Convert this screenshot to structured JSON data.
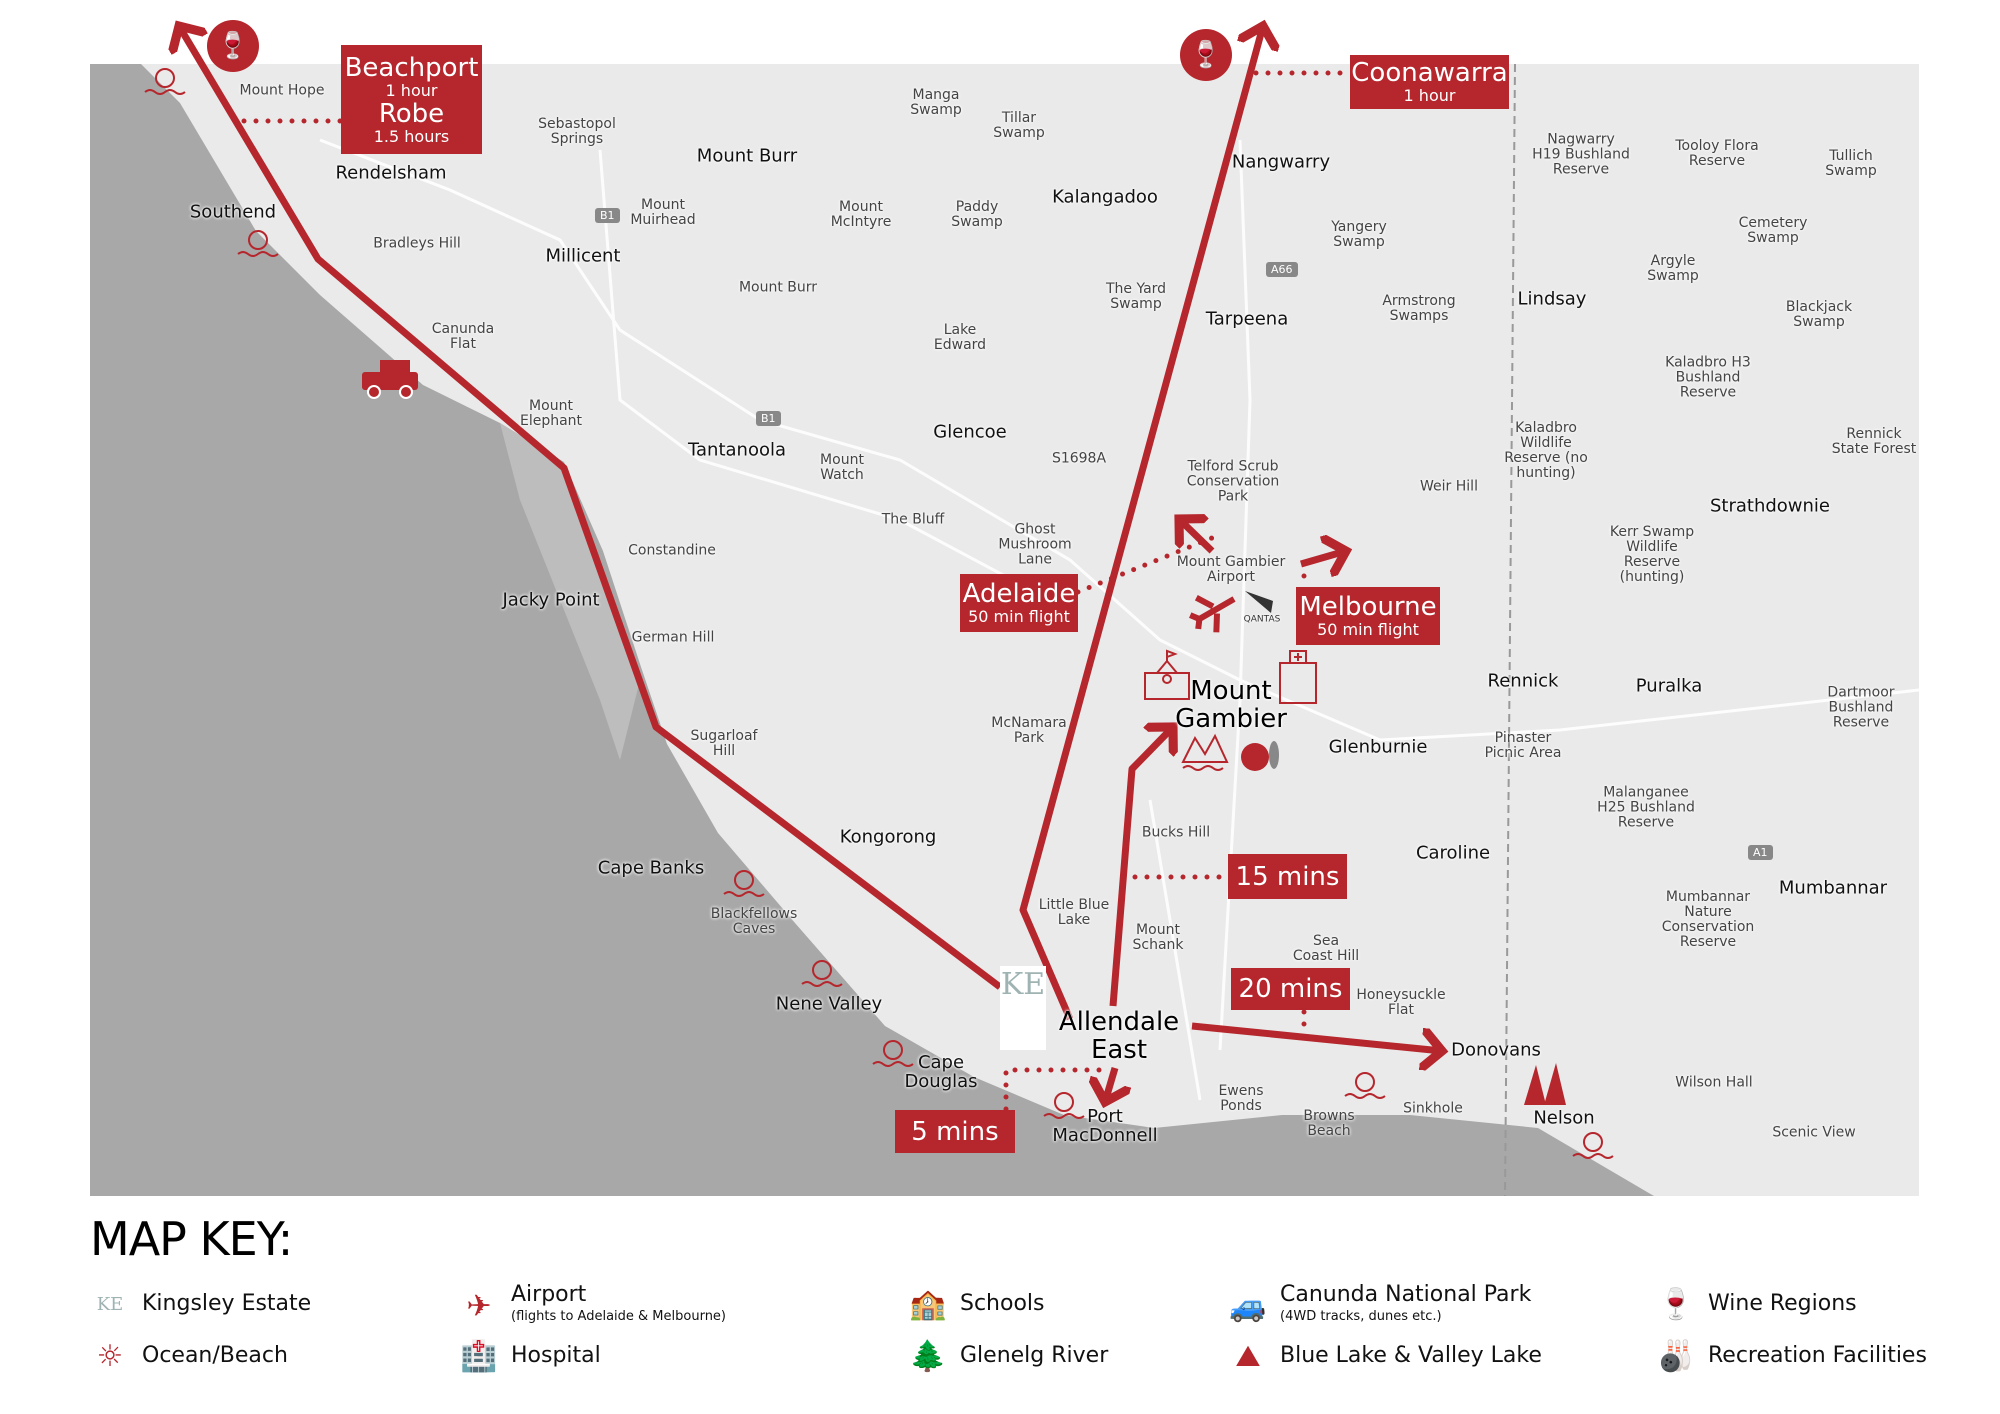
{
  "places": [
    "Mount Hope",
    "Rendelsham",
    "Southend",
    "Bradleys Hill",
    "Sebastopol\nSprings",
    "Mount\nMuirhead",
    "Millicent",
    "Mount Burr",
    "Manga\nSwamp",
    "Tillar\nSwamp",
    "Mount\nMcIntyre",
    "Paddy\nSwamp",
    "Kalangadoo",
    "Mount Burr",
    "Lake\nEdward",
    "The Yard\nSwamp",
    "Canunda\nFlat",
    "Mount\nElephant",
    "Tantanoola",
    "Mount\nWatch",
    "Glencoe",
    "S1698A",
    "The Bluff",
    "Ghost\nMushroom\nLane",
    "Constandine",
    "Jacky Point",
    "German Hill",
    "Sugarloaf\nHill",
    "Kongorong",
    "Cape Banks",
    "Blackfellows\nCaves",
    "Nene Valley",
    "Cape\nDouglas",
    "Port\nMacDonnell",
    "McNamara\nPark",
    "Mount Gambier\nAirport",
    "Mount\nGambier",
    "Glenburnie",
    "Bucks Hill",
    "Little Blue\nLake",
    "Mount\nSchank",
    "Allendale\nEast",
    "Ewens\nPonds",
    "Browns\nBeach",
    "Sinkhole",
    "Sea\nCoast Hill",
    "Honeysuckle\nFlat",
    "Donovans",
    "Nelson",
    "Caroline",
    "Rennick",
    "Pinaster\nPicnic Area",
    "Puralka",
    "Malanganee\nH25 Bushland\nReserve",
    "Mumbannar\nNature\nConservation\nReserve",
    "Mumbannar",
    "Dartmoor\nBushland\nReserve",
    "Wilson Hall",
    "Scenic View",
    "Strathdownie",
    "Kerr Swamp\nWildlife\nReserve\n(hunting)",
    "Weir Hill",
    "Telford Scrub\nConservation\nPark",
    "Tarpeena",
    "Armstrong\nSwamps",
    "Yangery\nSwamp",
    "Nangwarry",
    "Lindsay",
    "Kaladbro\nWildlife\nReserve (no\nhunting)",
    "Kaladbro H3\nBushland\nReserve",
    "Argyle\nSwamp",
    "Nagwarry\nH19 Bushland\nReserve",
    "Tooloy Flora\nReserve",
    "Cemetery\nSwamp",
    "Tullich\nSwamp",
    "Blackjack\nSwamp",
    "Rennick\nState Forest"
  ],
  "shields": [
    "B1",
    "B1",
    "A66",
    "A1"
  ],
  "callouts": {
    "beachport": {
      "title": "Beachport",
      "sub": "1 hour"
    },
    "robe": {
      "title": "Robe",
      "sub": "1.5 hours"
    },
    "coonawarra": {
      "title": "Coonawarra",
      "sub": "1 hour"
    },
    "adelaide": {
      "title": "Adelaide",
      "sub": "50 min flight"
    },
    "melbourne": {
      "title": "Melbourne",
      "sub": "50 min flight"
    },
    "t15": "15 mins",
    "t20": "20 mins",
    "t5": "5 mins"
  },
  "logo_text": "KE",
  "airline_text": "QANTAS",
  "key": {
    "title": "MAP KEY:",
    "items": [
      {
        "label": "Kingsley Estate",
        "icon": "kingsley-estate-logo"
      },
      {
        "label": "Airport",
        "sub": "(flights to Adelaide & Melbourne)",
        "icon": "airplane-icon"
      },
      {
        "label": "Schools",
        "icon": "school-icon"
      },
      {
        "label": "Canunda National Park",
        "sub": "(4WD tracks, dunes etc.)",
        "icon": "4wd-car-icon"
      },
      {
        "label": "Wine Regions",
        "icon": "wine-icon"
      },
      {
        "label": "Ocean/Beach",
        "icon": "sun-waves-icon"
      },
      {
        "label": "Hospital",
        "icon": "hospital-icon"
      },
      {
        "label": "Glenelg River",
        "icon": "river-trees-icon"
      },
      {
        "label": "Blue Lake & Valley Lake",
        "icon": "mountains-lake-icon"
      },
      {
        "label": "Recreation Facilities",
        "icon": "bowling-icon"
      }
    ]
  },
  "colors": {
    "accent": "#b5272d",
    "land": "#eaeaea",
    "ocean": "#a8a8a8"
  }
}
